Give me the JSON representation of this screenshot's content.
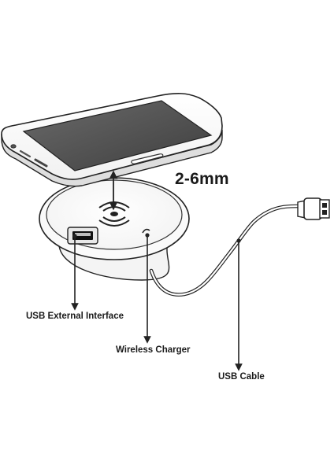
{
  "diagram": {
    "gap_label": "2-6mm",
    "callouts": {
      "usb_external_interface": "USB External Interface",
      "wireless_charger": "Wireless Charger",
      "usb_cable": "USB Cable"
    },
    "icons": [
      "smartphone-icon",
      "wireless-charging-icon",
      "usb-port-icon",
      "usb-plug-icon",
      "led-indicator-icon"
    ]
  }
}
